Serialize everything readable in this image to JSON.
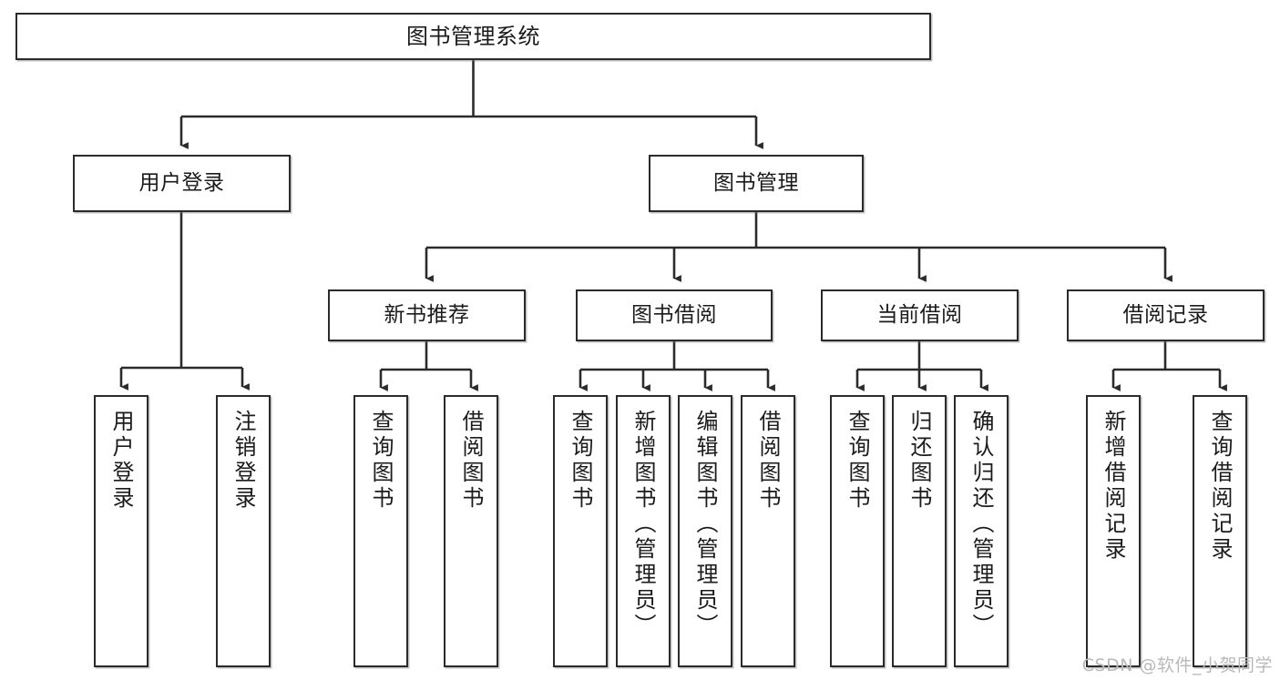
{
  "diagram": {
    "title": "图书管理系统",
    "type": "hierarchy-tree",
    "watermark": "CSDN @软件_小贺同学",
    "line_color": "#2b2b2b",
    "box_fill": "#ffffff",
    "text_color": "#1b1b1b",
    "nodes": {
      "root": {
        "label": "图书管理系统"
      },
      "level2": [
        {
          "id": "user-login",
          "label": "用户登录"
        },
        {
          "id": "book-manage",
          "label": "图书管理"
        }
      ],
      "level3": [
        {
          "id": "new-book-recommend",
          "label": "新书推荐"
        },
        {
          "id": "book-borrow",
          "label": "图书借阅"
        },
        {
          "id": "current-borrow",
          "label": "当前借阅"
        },
        {
          "id": "borrow-record",
          "label": "借阅记录"
        }
      ],
      "leaves": [
        {
          "id": "leaf-user-login",
          "label": "用户登录",
          "parent": "user-login"
        },
        {
          "id": "leaf-user-logout",
          "label": "注销登录",
          "parent": "user-login"
        },
        {
          "id": "leaf-query-book-1",
          "label": "查询图书",
          "parent": "new-book-recommend"
        },
        {
          "id": "leaf-borrow-book-1",
          "label": "借阅图书",
          "parent": "new-book-recommend"
        },
        {
          "id": "leaf-query-book-2",
          "label": "查询图书",
          "parent": "book-borrow"
        },
        {
          "id": "leaf-add-book",
          "label": "新增图书（管理员）",
          "parent": "book-borrow"
        },
        {
          "id": "leaf-edit-book",
          "label": "编辑图书（管理员）",
          "parent": "book-borrow"
        },
        {
          "id": "leaf-borrow-book-2",
          "label": "借阅图书",
          "parent": "book-borrow"
        },
        {
          "id": "leaf-query-book-3",
          "label": "查询图书",
          "parent": "current-borrow"
        },
        {
          "id": "leaf-return-book",
          "label": "归还图书",
          "parent": "current-borrow"
        },
        {
          "id": "leaf-confirm-return",
          "label": "确认归还（管理员）",
          "parent": "current-borrow"
        },
        {
          "id": "leaf-add-record",
          "label": "新增借阅记录",
          "parent": "borrow-record"
        },
        {
          "id": "leaf-query-record",
          "label": "查询借阅记录",
          "parent": "borrow-record"
        }
      ]
    }
  }
}
